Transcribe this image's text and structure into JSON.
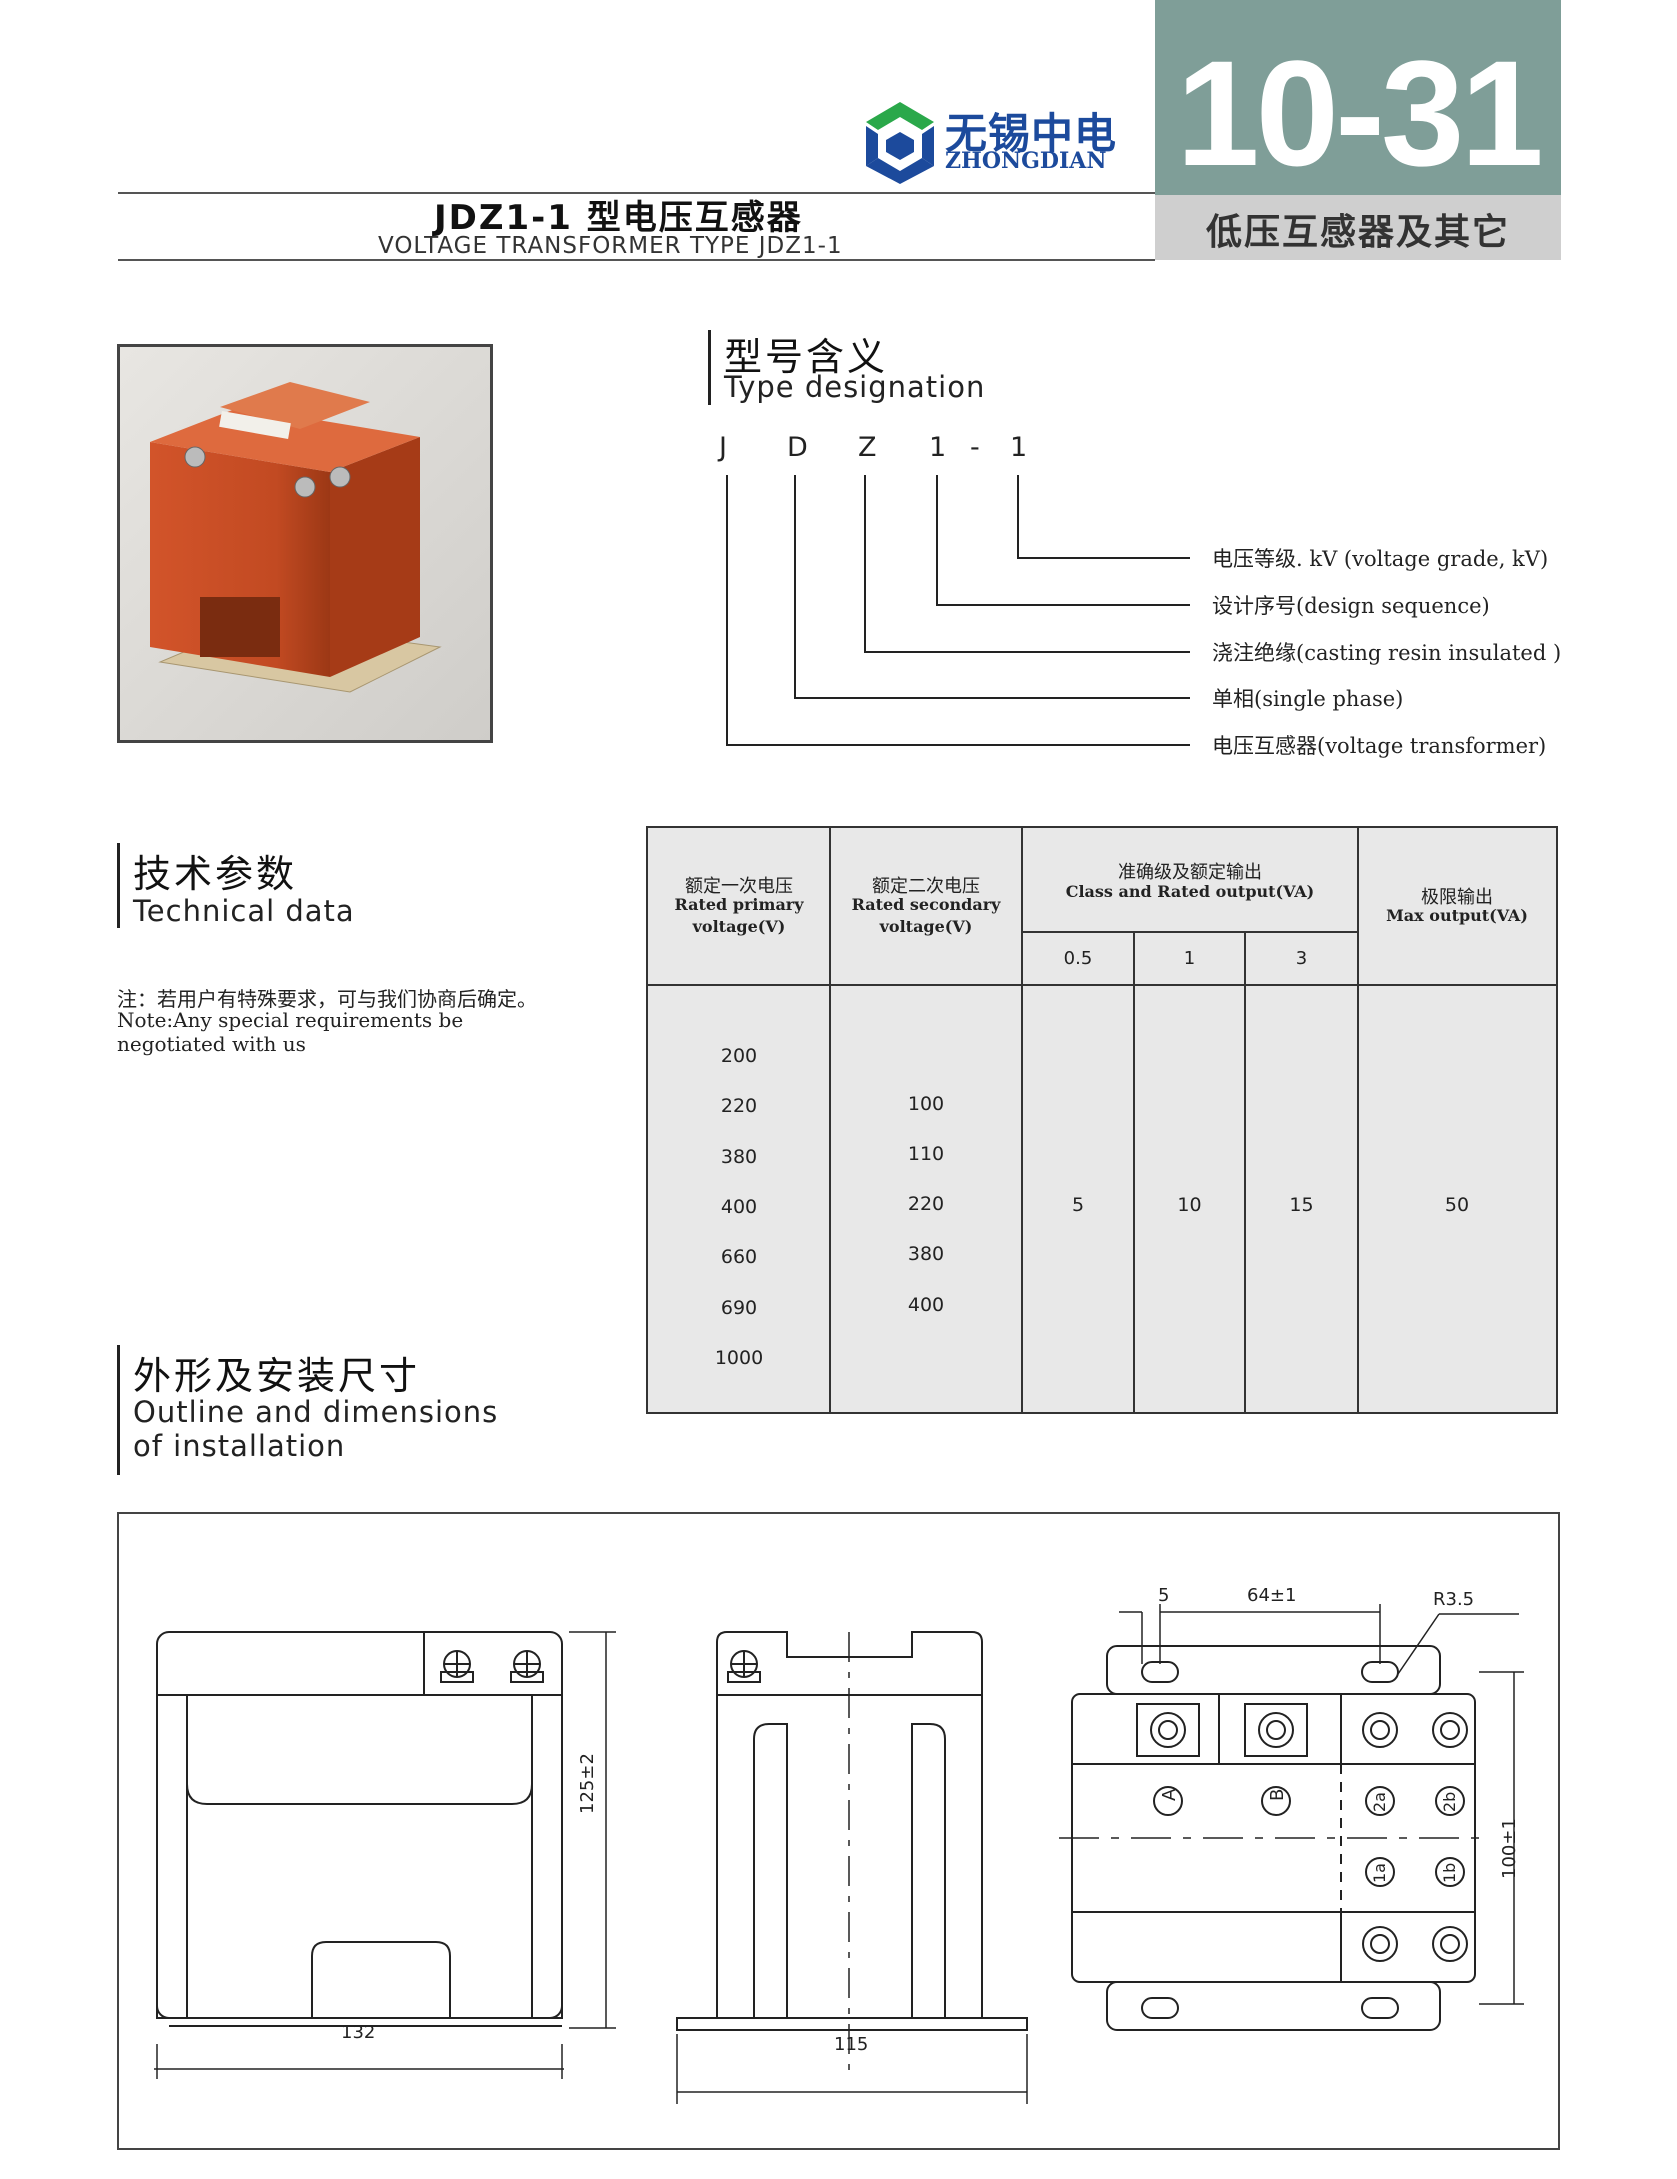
{
  "header": {
    "page_number": "10-31",
    "category": "低压互感器及其它",
    "title_cn": "JDZ1-1 型电压互感器",
    "title_en": "VOLTAGE TRANSFORMER TYPE JDZ1-1",
    "logo_cn": "无锡中电",
    "logo_en": "ZHONGDIAN",
    "colors": {
      "accent": "#7f9e98",
      "category_bg": "#cfcfcf",
      "logo": "#1c4a9c"
    }
  },
  "type_designation": {
    "heading_cn": "型号含义",
    "heading_en": "Type designation",
    "letters": [
      "J",
      "D",
      "Z",
      "1",
      "-",
      "1"
    ],
    "labels": [
      "电压等级. kV (voltage grade, kV)",
      "设计序号(design sequence)",
      "浇注绝缘(casting resin insulated )",
      "单相(single phase)",
      "电压互感器(voltage transformer)"
    ]
  },
  "technical_data": {
    "heading_cn": "技术参数",
    "heading_en": "Technical data",
    "note_cn": "注：若用户有特殊要求，可与我们协商后确定。",
    "note_en_line1": "Note:Any special requirements be",
    "note_en_line2": "negotiated with us",
    "table": {
      "col1_cn": "额定一次电压",
      "col1_en1": "Rated primary",
      "col1_en2": "voltage(V)",
      "col2_cn": "额定二次电压",
      "col2_en1": "Rated secondary",
      "col2_en2": "voltage(V)",
      "col3_cn": "准确级及额定输出",
      "col3_en": "Class and Rated output(VA)",
      "class_headers": [
        "0.5",
        "1",
        "3"
      ],
      "col4_cn": "极限输出",
      "col4_en": "Max output(VA)",
      "primary_voltages": [
        "200",
        "220",
        "380",
        "400",
        "660",
        "690",
        "1000"
      ],
      "secondary_voltages": [
        "100",
        "110",
        "220",
        "380",
        "400"
      ],
      "class_outputs": [
        "5",
        "10",
        "15"
      ],
      "max_output": "50"
    }
  },
  "outline": {
    "heading_cn": "外形及安装尺寸",
    "heading_en_line1": "Outline and dimensions",
    "heading_en_line2": "of installation",
    "dims": {
      "front_width": "132",
      "front_height": "125±2",
      "side_width": "115",
      "top_slot": "5",
      "top_spacing": "64±1",
      "top_radius": "R3.5",
      "top_depth": "100±1"
    },
    "terminals": [
      "A",
      "B",
      "2a",
      "2b",
      "1a",
      "1b"
    ]
  }
}
